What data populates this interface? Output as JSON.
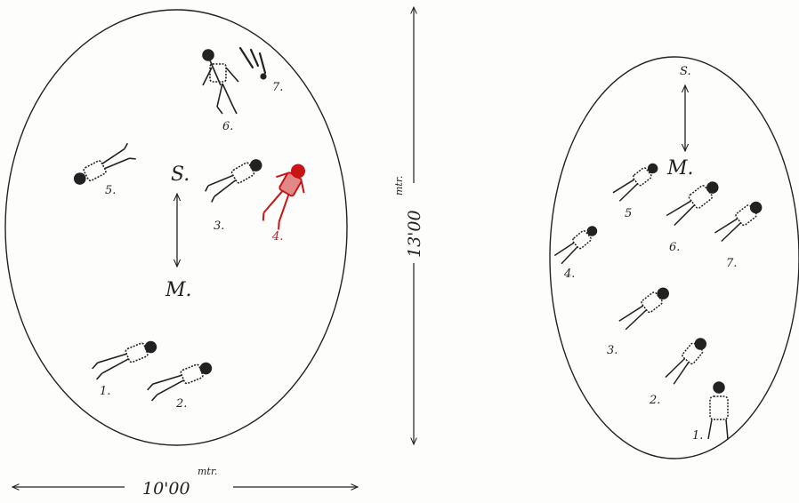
{
  "left_plan": {
    "markers": {
      "top": "S.",
      "bottom": "M."
    },
    "skeleton_labels": [
      "1.",
      "2.",
      "3.",
      "4.",
      "5.",
      "6.",
      "7."
    ],
    "width_measure": {
      "value": "10'00",
      "unit": "mtr."
    },
    "height_measure": {
      "value": "13'00",
      "unit": "mtr."
    }
  },
  "right_plan": {
    "markers": {
      "top": "S.",
      "bottom": "M."
    },
    "skeleton_labels": [
      "1.",
      "2.",
      "3.",
      "4.",
      "5",
      "6.",
      "7."
    ]
  },
  "colors": {
    "ink": "#222222",
    "highlight": "#c81414"
  }
}
